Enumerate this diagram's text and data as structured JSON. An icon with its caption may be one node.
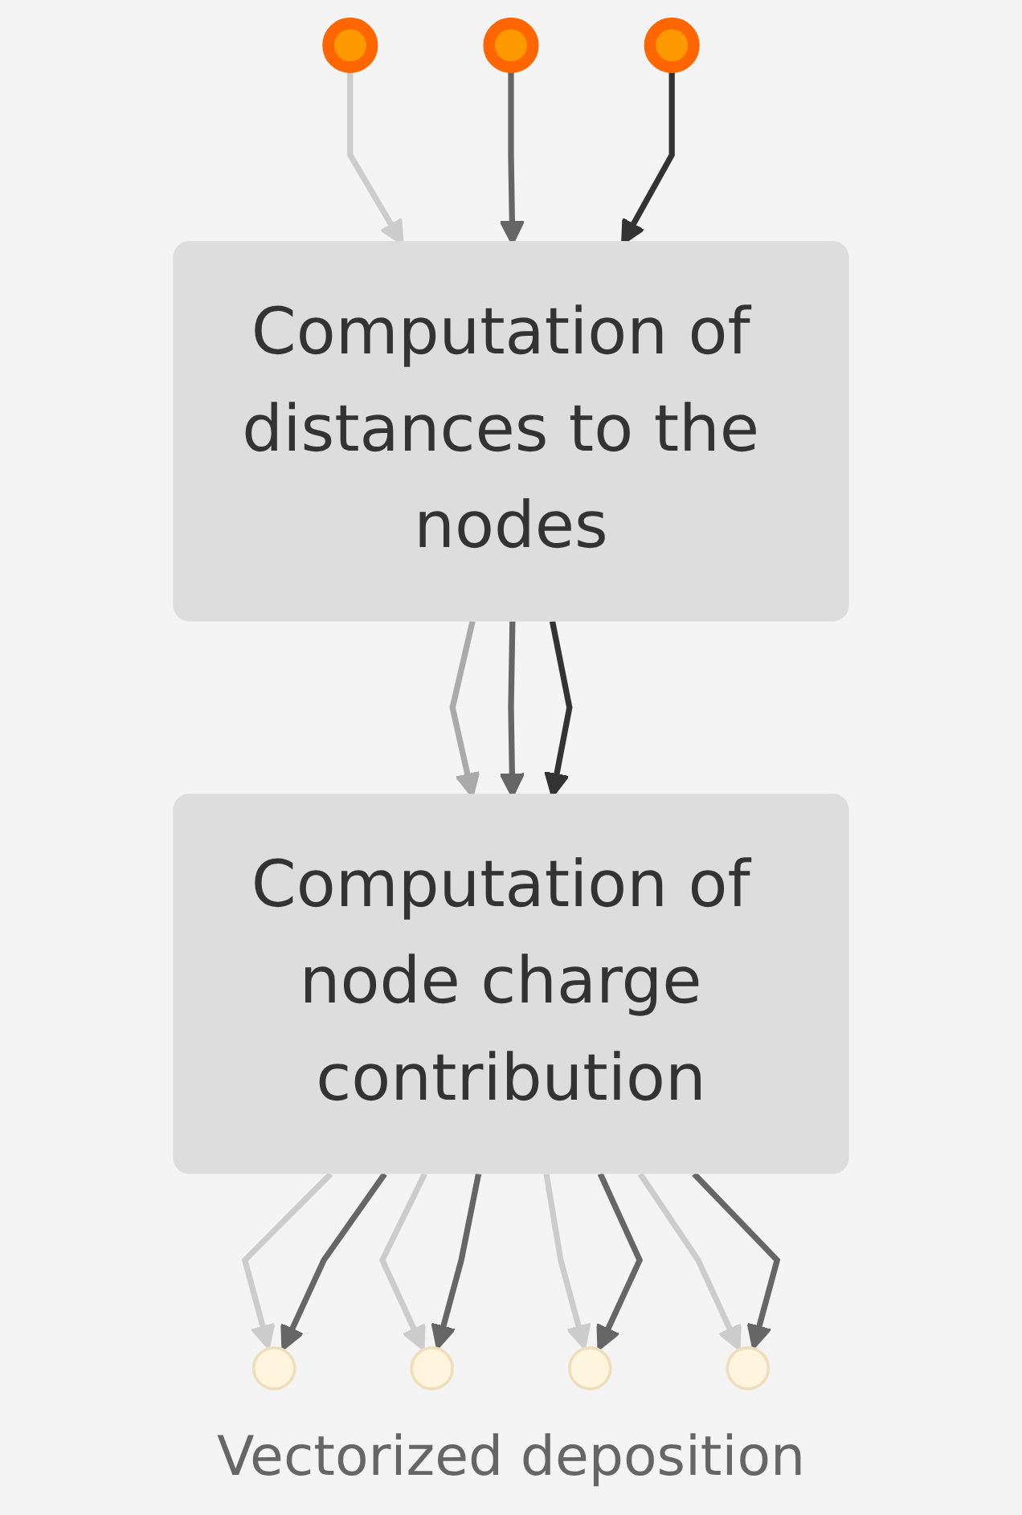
{
  "diagram": {
    "caption": "Vectorized deposition",
    "nodes": [
      {
        "text": [],
        "shape": "circle"
      },
      {
        "text": [],
        "shape": "circle"
      },
      {
        "text": [],
        "shape": "circle"
      },
      {
        "text": [
          "Computation of distances to the nodes"
        ]
      },
      {
        "text": [
          "Computation of node charge contribution"
        ]
      },
      {
        "text": [],
        "shape": "circle"
      },
      {
        "text": [],
        "shape": "circle"
      },
      {
        "text": [],
        "shape": "circle"
      },
      {
        "text": [],
        "shape": "circle"
      }
    ],
    "edges": [
      {
        "from": 0,
        "to": 3,
        "arrow": "to",
        "color": "#cccccc"
      },
      {
        "from": 1,
        "to": 3,
        "arrow": "to"
      },
      {
        "from": 2,
        "to": 3,
        "arrow": "to",
        "color": "#333333"
      },
      {
        "from": 3,
        "to": 4,
        "arrow": "to",
        "color": "#aaaaaa"
      },
      {
        "from": 3,
        "to": 4,
        "arrow": "to"
      },
      {
        "from": 3,
        "to": 4,
        "arrow": "to",
        "color": "#333333"
      },
      {
        "from": 4,
        "to": 5,
        "arrow": "to",
        "color": "#cccccc"
      },
      {
        "from": 4,
        "to": 6,
        "arrow": "to",
        "color": "#cccccc"
      },
      {
        "from": 4,
        "to": 7,
        "arrow": "to",
        "color": "#cccccc"
      },
      {
        "from": 4,
        "to": 8,
        "arrow": "to",
        "color": "#cccccc"
      },
      {
        "from": 4,
        "to": 5,
        "arrow": "to"
      },
      {
        "from": 4,
        "to": 6,
        "arrow": "to"
      },
      {
        "from": 4,
        "to": 7,
        "arrow": "to"
      },
      {
        "from": 4,
        "to": 8,
        "arrow": "to"
      }
    ]
  }
}
